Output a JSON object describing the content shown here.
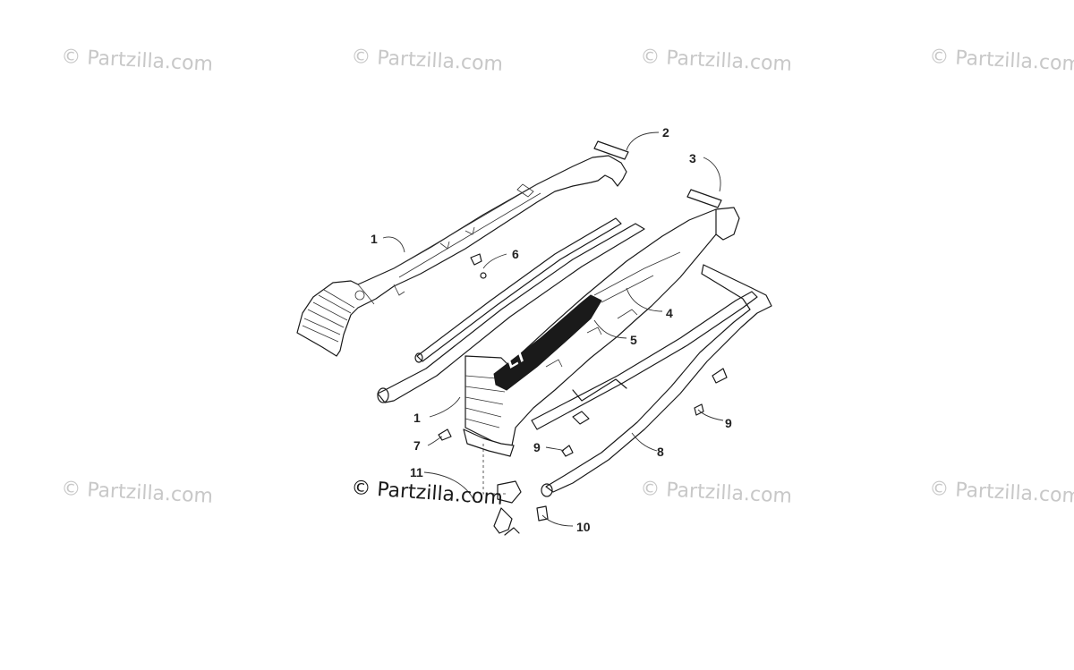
{
  "watermarks": {
    "w1": "© Partzilla.com",
    "w2": "© Partzilla.com",
    "w3": "© Partzilla.com",
    "w4": "© Partzilla.com",
    "w5": "© Partzilla.com",
    "w6": "© Partzilla.com",
    "w7": "© Partzilla.com",
    "center": "© Partzilla.com"
  },
  "decal_text": "LT",
  "callouts": {
    "c1a": "1",
    "c2": "2",
    "c3": "3",
    "c4": "4",
    "c5": "5",
    "c6": "6",
    "c1b": "1",
    "c7": "7",
    "c9a": "9",
    "c8": "8",
    "c9b": "9",
    "c11": "11",
    "c10": "10"
  },
  "colors": {
    "line": "#1a1a1a",
    "watermark": "#c8c8c8",
    "decal": "#1a1a1a"
  }
}
